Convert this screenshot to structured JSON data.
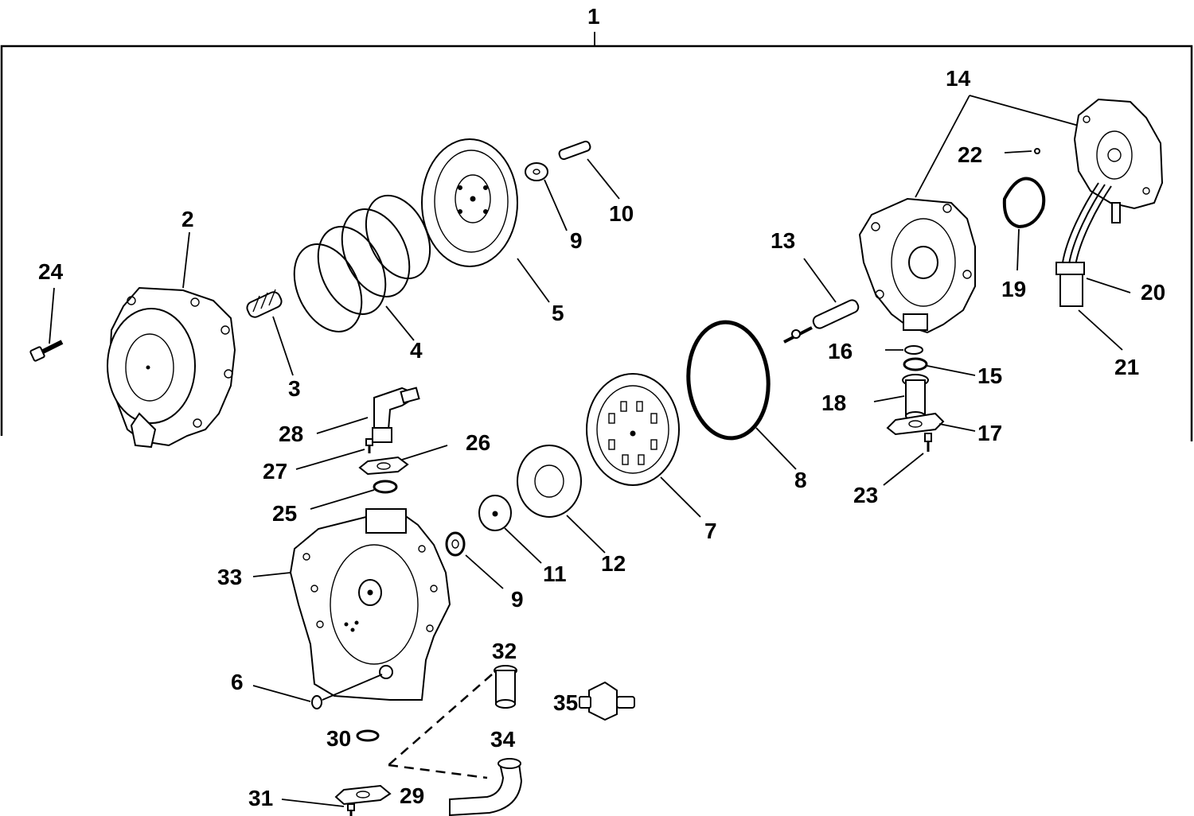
{
  "diagram": {
    "assembly_number": "1",
    "labels": {
      "p2": "2",
      "p3": "3",
      "p4": "4",
      "p5": "5",
      "p6": "6",
      "p7": "7",
      "p8": "8",
      "p9a": "9",
      "p9b": "9",
      "p10": "10",
      "p11": "11",
      "p12": "12",
      "p13": "13",
      "p14": "14",
      "p15": "15",
      "p16": "16",
      "p17": "17",
      "p18": "18",
      "p19": "19",
      "p20": "20",
      "p21": "21",
      "p22": "22",
      "p23": "23",
      "p24": "24",
      "p25": "25",
      "p26": "26",
      "p27": "27",
      "p28": "28",
      "p29": "29",
      "p30": "30",
      "p31": "31",
      "p32": "32",
      "p33": "33",
      "p34": "34",
      "p35": "35"
    }
  }
}
